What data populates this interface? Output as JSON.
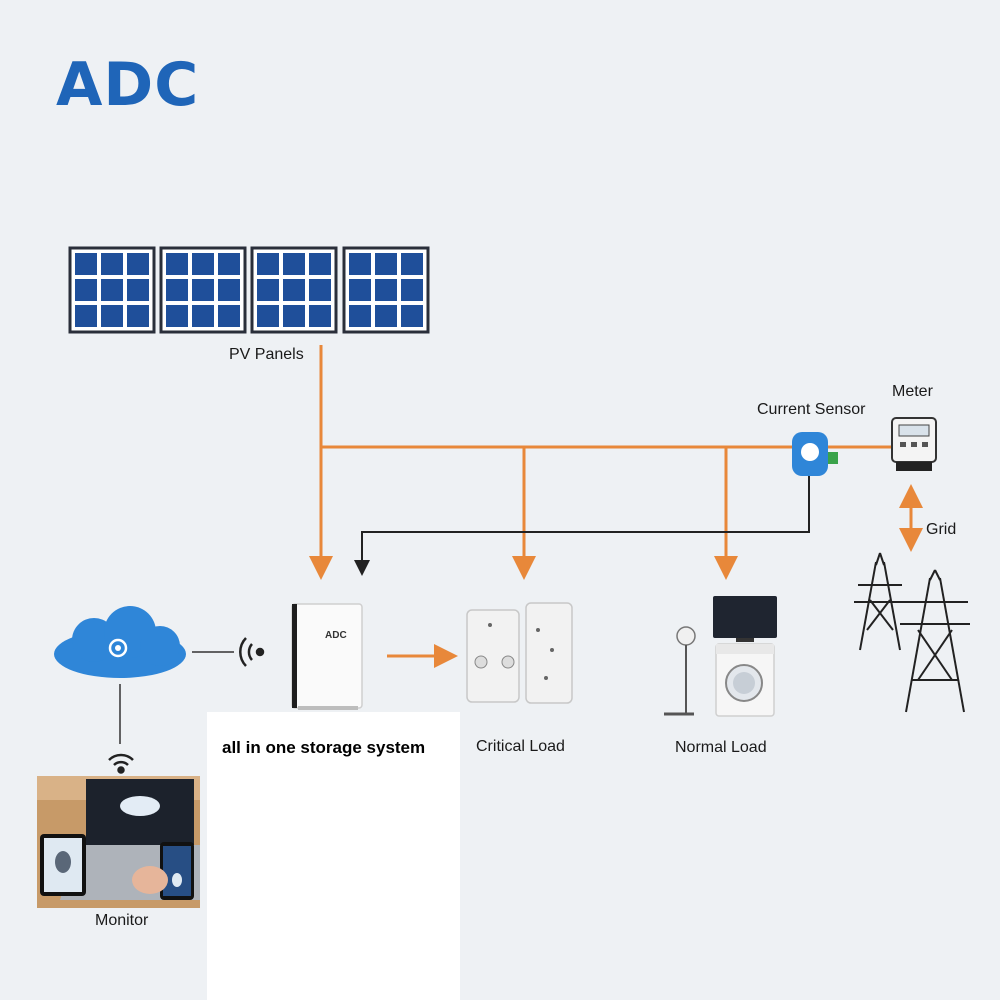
{
  "brand": {
    "logo_text": "ADC"
  },
  "components": {
    "pv_panels": "PV Panels",
    "current_sensor": "Current Sensor",
    "meter": "Meter",
    "grid": "Grid",
    "storage_system": "all in one storage system",
    "storage_unit_brand": "ADC",
    "critical_load": "Critical Load",
    "normal_load": "Normal Load",
    "monitor": "Monitor"
  },
  "colors": {
    "power_line": "#e8883a",
    "signal_line": "#2b2b2b",
    "brand_blue": "#1f65b8",
    "panel_cell": "#1f4f9a",
    "cloud": "#2f86d8"
  }
}
